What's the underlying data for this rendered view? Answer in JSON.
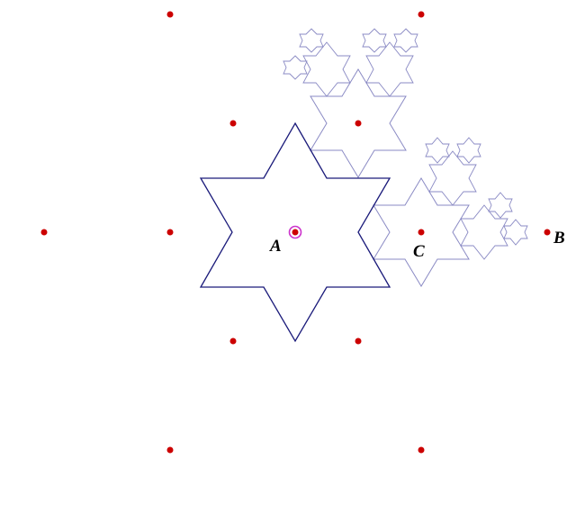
{
  "colors": {
    "background": "#ffffff",
    "main_star": "#1a1a7a",
    "fractal_stars": "#8a8ac4",
    "points": "#cc0000",
    "selected_ring": "#cc33cc"
  },
  "labels": {
    "a": "A",
    "b": "B",
    "c": "C"
  }
}
